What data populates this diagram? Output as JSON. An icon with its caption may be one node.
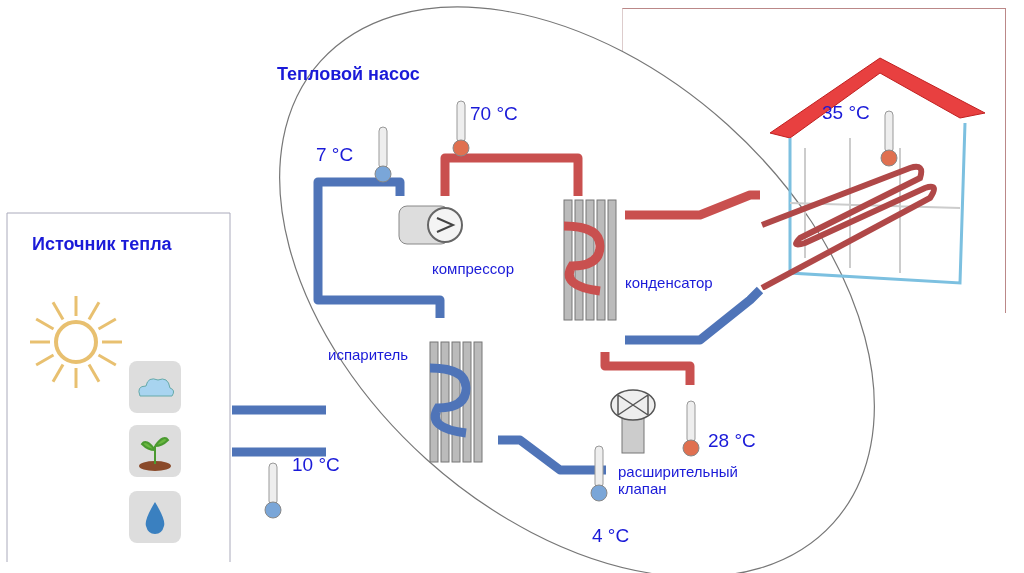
{
  "diagram": {
    "nodes": [
      {
        "text": [
          "Тепловой насос"
        ]
      },
      {
        "text": [
          "Источник тепла"
        ]
      },
      {
        "text": [],
        "shape": "picture"
      },
      {
        "text": [
          "компрессор"
        ],
        "in": 0
      },
      {
        "text": [
          "конденсатор"
        ],
        "in": 0
      },
      {
        "text": [
          "испаритель"
        ],
        "in": 0
      },
      {
        "text": [
          "расширительный клапан"
        ],
        "in": 0
      }
    ],
    "edges": [
      {
        "from": 5,
        "to": 3,
        "arrow": "none"
      },
      {
        "from": 3,
        "to": 4,
        "arrow": "none",
        "color": "#c9504f"
      },
      {
        "from": 4,
        "to": 6,
        "arrow": "none",
        "color": "#c9504f"
      },
      {
        "from": 6,
        "to": 5,
        "arrow": "none"
      },
      {
        "from": 4,
        "to": 2,
        "arrow": "none",
        "color": "#c9504f"
      },
      {
        "from": 2,
        "to": 4,
        "arrow": "none"
      },
      {
        "from": 1,
        "to": 5,
        "arrow": "none"
      },
      {
        "from": 5,
        "to": 1,
        "arrow": "none"
      }
    ],
    "labels": [
      "70 °C",
      "7 °C",
      "35 °C",
      "28 °C",
      "10 °C",
      "4 °C"
    ]
  }
}
